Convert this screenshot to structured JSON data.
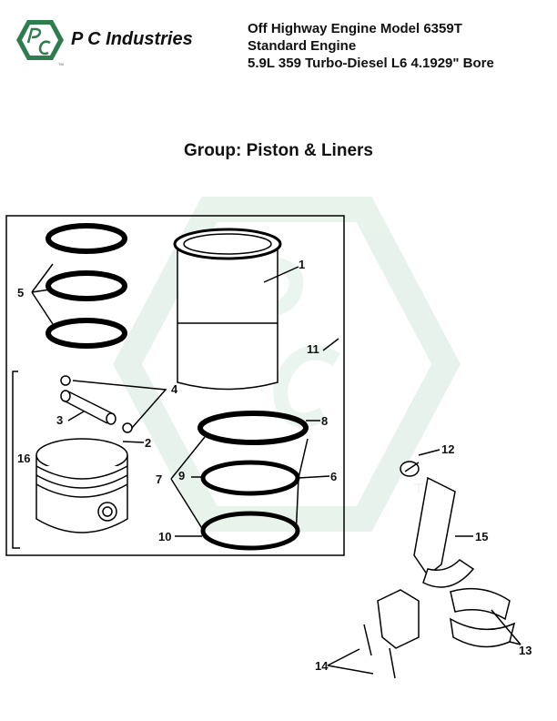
{
  "header": {
    "brand": "P C Industries",
    "logo_text": "PC",
    "title_lines": [
      "Off Highway Engine Model 6359T",
      "Standard Engine",
      "5.9L 359 Turbo-Diesel L6 4.1929\" Bore"
    ]
  },
  "group_title": "Group: Piston & Liners",
  "callouts": {
    "c1": "1",
    "c2": "2",
    "c3": "3",
    "c4": "4",
    "c5": "5",
    "c6": "6",
    "c7": "7",
    "c8": "8",
    "c9": "9",
    "c10": "10",
    "c11": "11",
    "c12": "12",
    "c13": "13",
    "c14": "14",
    "c15": "15",
    "c16": "16"
  },
  "colors": {
    "logo_green": "#2e7d4f",
    "watermark": "#d8ece0"
  }
}
